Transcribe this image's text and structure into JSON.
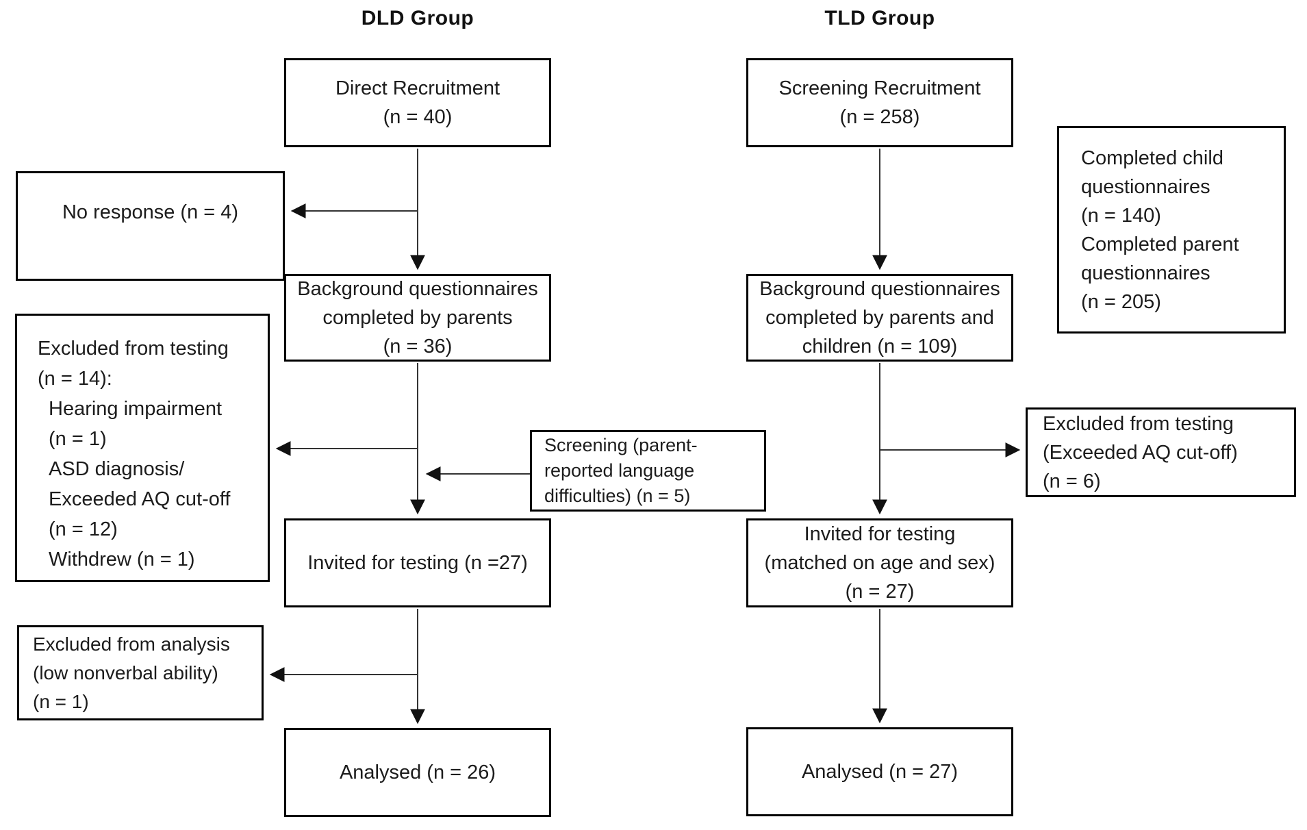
{
  "diagram": {
    "columns": [
      {
        "id": "dld",
        "header": "DLD Group"
      },
      {
        "id": "tld",
        "header": "TLD Group"
      }
    ],
    "boxes": {
      "direct_recruitment": {
        "lines": [
          "Direct Recruitment",
          "(n = 40)"
        ]
      },
      "no_response": {
        "lines": [
          "No response (n = 4)"
        ]
      },
      "background_dld": {
        "lines": [
          "Background questionnaires",
          "completed by parents",
          "(n = 36)"
        ]
      },
      "excluded_testing_dld": {
        "lines": [
          "Excluded from testing",
          "(n = 14):",
          "Hearing impairment",
          "(n = 1)",
          "ASD diagnosis/",
          "Exceeded AQ cut-off",
          "(n = 12)",
          "Withdrew (n = 1)"
        ]
      },
      "screening_parent": {
        "lines": [
          "Screening (parent-",
          "reported language",
          "difficulties) (n = 5)"
        ]
      },
      "invited_dld": {
        "lines": [
          "Invited for testing (n =27)"
        ]
      },
      "excluded_analysis_dld": {
        "lines": [
          "Excluded from analysis",
          "(low nonverbal ability)",
          "(n = 1)"
        ]
      },
      "analysed_dld": {
        "lines": [
          "Analysed (n = 26)"
        ]
      },
      "screening_recruitment": {
        "lines": [
          "Screening Recruitment",
          "(n = 258)"
        ]
      },
      "completed_questionnaires": {
        "lines": [
          "Completed child",
          "questionnaires",
          "(n = 140)",
          "Completed parent",
          "questionnaires",
          "(n = 205)"
        ]
      },
      "background_tld": {
        "lines": [
          "Background questionnaires",
          "completed by parents and",
          "children (n = 109)"
        ]
      },
      "excluded_testing_tld": {
        "lines": [
          "Excluded from testing",
          "(Exceeded AQ cut-off)",
          "(n = 6)"
        ]
      },
      "invited_tld": {
        "lines": [
          "Invited for testing",
          "(matched on age and sex)",
          "(n = 27)"
        ]
      },
      "analysed_tld": {
        "lines": [
          "Analysed (n = 27)"
        ]
      }
    },
    "colors": {
      "box_border": "#000000",
      "connector": "#333333",
      "arrowhead": "#111111",
      "background": "#ffffff",
      "text": "#1c1c1c"
    }
  }
}
